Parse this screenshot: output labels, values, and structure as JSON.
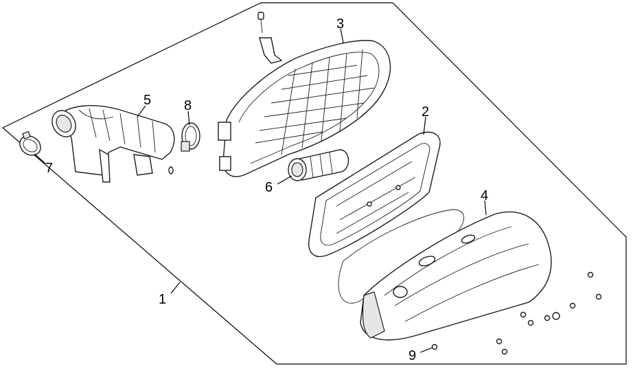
{
  "diagram": {
    "callouts": [
      {
        "id": "1",
        "label": "1"
      },
      {
        "id": "2",
        "label": "2"
      },
      {
        "id": "3",
        "label": "3"
      },
      {
        "id": "4",
        "label": "4"
      },
      {
        "id": "5",
        "label": "5"
      },
      {
        "id": "6",
        "label": "6"
      },
      {
        "id": "7",
        "label": "7"
      },
      {
        "id": "8",
        "label": "8"
      },
      {
        "id": "9",
        "label": "9"
      }
    ],
    "colors": {
      "line": "#000000",
      "fill": "#ffffff",
      "shade": "#e6e6e6"
    }
  }
}
